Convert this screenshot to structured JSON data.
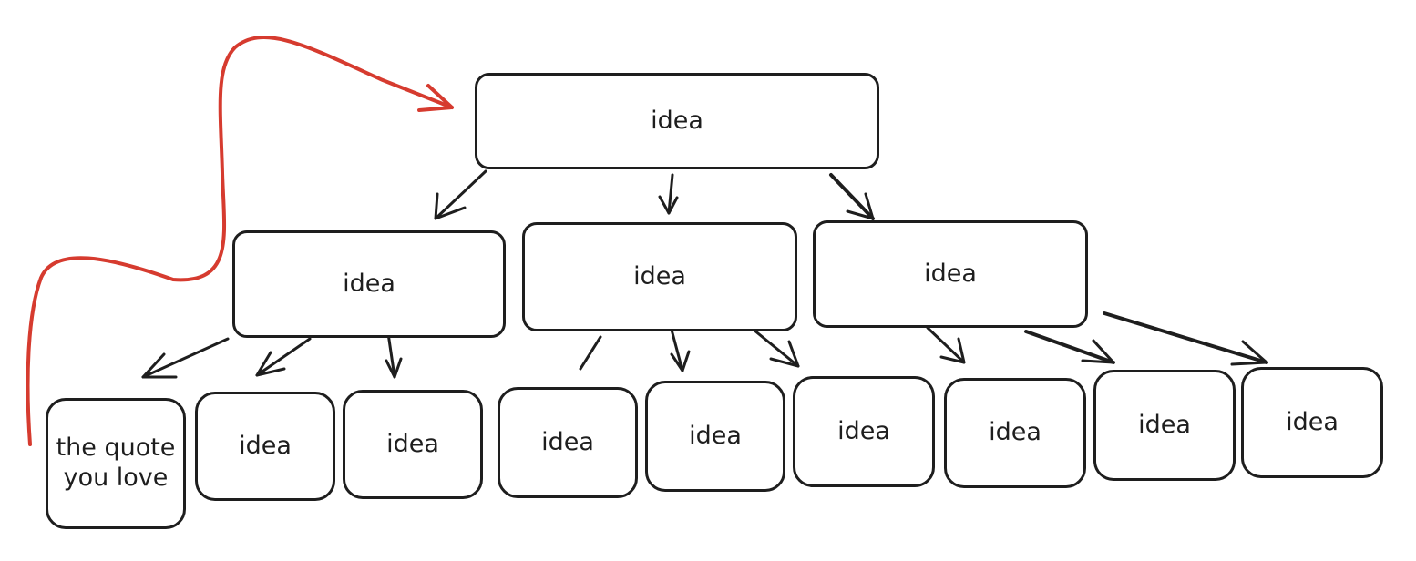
{
  "colors": {
    "stroke": "#1e1e1e",
    "highlight": "#d63b2f",
    "background": "#ffffff"
  },
  "nodes": {
    "root": "idea",
    "l1_left": "idea",
    "l1_mid": "idea",
    "l1_right": "idea",
    "leaf_quote": "the quote you love",
    "leaf_2": "idea",
    "leaf_3": "idea",
    "leaf_4": "idea",
    "leaf_5": "idea",
    "leaf_6": "idea",
    "leaf_7": "idea",
    "leaf_8": "idea",
    "leaf_9": "idea"
  }
}
